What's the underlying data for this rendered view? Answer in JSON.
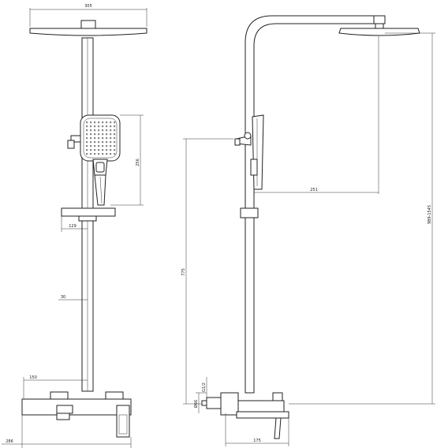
{
  "drawing": {
    "front_view": {
      "head_width": "305",
      "handshower_height": "256",
      "holder_offset": "129",
      "pipe_offset": "30",
      "valve_offset": "150",
      "total_width": "286"
    },
    "side_view": {
      "outlet_height": "775",
      "arm_projection": "251",
      "total_height": "989-1545",
      "inlet_spacing": "G1/2",
      "inlet_drop": "Ø66",
      "base_depth": "175"
    }
  }
}
